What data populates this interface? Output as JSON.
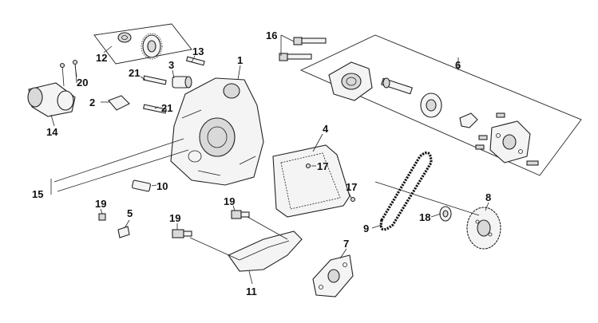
{
  "callouts": {
    "c1": "1",
    "c2": "2",
    "c3": "3",
    "c4": "4",
    "c5": "5",
    "c6": "6",
    "c7": "7",
    "c8": "8",
    "c9": "9",
    "c10": "10",
    "c11": "11",
    "c12": "12",
    "c13": "13",
    "c14": "14",
    "c15": "15",
    "c16": "16",
    "c17a": "17",
    "c17b": "17",
    "c18": "18",
    "c19a": "19",
    "c19b": "19",
    "c19c": "19",
    "c20": "20",
    "c21a": "21",
    "c21b": "21"
  }
}
